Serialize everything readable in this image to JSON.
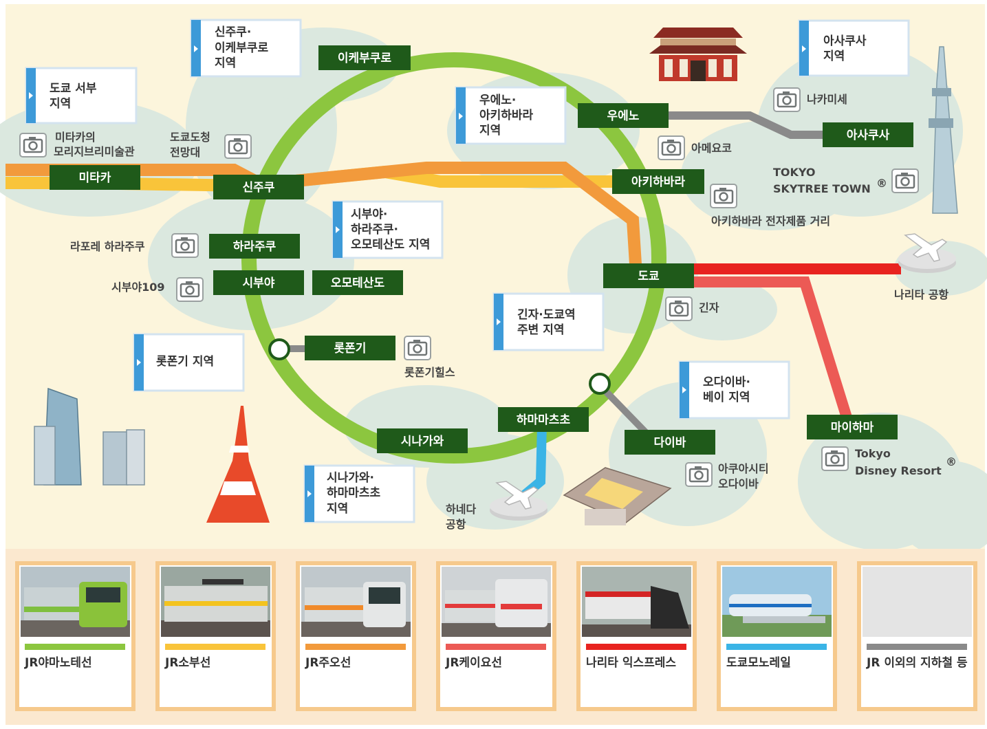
{
  "areas": {
    "tokyo_west": [
      "도쿄 서부",
      "지역"
    ],
    "shinjuku_ikebukuro": [
      "신주쿠·",
      "이케부쿠로",
      "지역"
    ],
    "ueno_akihabara": [
      "우에노·",
      "아키하바라",
      "지역"
    ],
    "asakusa": [
      "아사쿠사",
      "지역"
    ],
    "shibuya_harajuku": [
      "시부야·",
      "하라주쿠·",
      "오모테산도 지역"
    ],
    "ginza_tokyo": [
      "긴자·도쿄역",
      "주변 지역"
    ],
    "roppongi": [
      "롯폰기 지역"
    ],
    "odaiba": [
      "오다이바·",
      "베이 지역"
    ],
    "shinagawa": [
      "시나가와·",
      "하마마츠초",
      "지역"
    ]
  },
  "stations": {
    "ikebukuro": "이케부쿠로",
    "ueno": "우에노",
    "asakusa": "아사쿠사",
    "mitaka": "미타카",
    "shinjuku": "신주쿠",
    "akihabara": "아키하바라",
    "harajuku": "하라주쿠",
    "shibuya": "시부야",
    "omotesando": "오모테산도",
    "tokyo": "도쿄",
    "roppongi": "롯폰기",
    "hamamatsucho": "하마마츠초",
    "shinagawa": "시나가와",
    "daiba": "다이바",
    "maihama": "마이하마"
  },
  "spots": {
    "ghibli": [
      "미타카의",
      "모리지브리미술관"
    ],
    "tocho": [
      "도쿄도청",
      "전망대"
    ],
    "laforet": "라포레 하라주쿠",
    "shibuya109": "시부야109",
    "nakamise": "나카미세",
    "ameyoko": "아메요코",
    "skytree": [
      "TOKYO",
      "SKYTREE TOWN"
    ],
    "skytree_reg": "®",
    "akiba_electric": "아키하바라 전자제품 거리",
    "ginza": "긴자",
    "roppongi_hills": "롯폰기힐스",
    "aquacity": [
      "아쿠아시티",
      "오다이바"
    ],
    "disney": [
      "Tokyo",
      "Disney Resort"
    ],
    "disney_reg": "®"
  },
  "airports": {
    "narita": "나리타 공항",
    "haneda": [
      "하네다",
      "공항"
    ]
  },
  "colors": {
    "yamanote": "#8cc63f",
    "sobu": "#f9c43a",
    "chuo": "#f29a3c",
    "keiyo": "#ec5a55",
    "narita_express": "#e8231f",
    "monorail": "#3ab4e6",
    "other": "#8a8a8a",
    "station_box": "#1f5a1a",
    "area_blob": "#dbe8df",
    "map_bg": "#fcf5dc"
  },
  "lines": [
    {
      "name": "JR야마노테선",
      "color": "#8cc63f"
    },
    {
      "name": "JR소부선",
      "color": "#f9c43a"
    },
    {
      "name": "JR주오선",
      "color": "#f29a3c"
    },
    {
      "name": "JR케이요선",
      "color": "#ec5a55"
    },
    {
      "name": "나리타 익스프레스",
      "color": "#e8231f"
    },
    {
      "name": "도쿄모노레일",
      "color": "#3ab4e6"
    },
    {
      "name": "JR 이외의 지하철 등",
      "color": "#8a8a8a"
    }
  ],
  "icons": [
    "camera-icon",
    "airplane-icon",
    "skytree-icon",
    "tokyo-tower-icon",
    "temple-icon",
    "building-icon",
    "train-photo"
  ]
}
